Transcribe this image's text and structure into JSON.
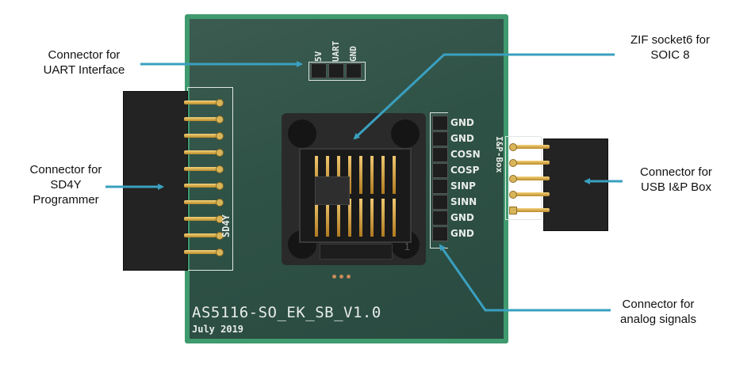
{
  "labels": {
    "uart": {
      "line1": "Connector for",
      "line2": "UART Interface"
    },
    "sd4y": {
      "line1": "Connector for",
      "line2": "SD4Y",
      "line3": "Programmer"
    },
    "zif": {
      "line1": "ZIF socket6 for",
      "line2": "SOIC 8"
    },
    "usb": {
      "line1": "Connector for",
      "line2": "USB I&P Box"
    },
    "analog": {
      "line1": "Connector for",
      "line2": "analog signals"
    }
  },
  "board": {
    "name": "AS5116-SO_EK_SB_V1.0",
    "date": "July 2019",
    "sd4y_silk": "SD4Y",
    "ip_box_silk": "I&P-Box",
    "uart_pins": [
      "5V",
      "UART",
      "GND"
    ],
    "analog_pins": [
      "GND",
      "GND",
      "COSN",
      "COSP",
      "SINP",
      "SINN",
      "GND",
      "GND"
    ],
    "socket_pin1": "1"
  },
  "colors": {
    "arrow": "#3aa0c0",
    "pcb": "#2f5246",
    "pcb_edge": "#3f9a6e",
    "gold": "#d9b55a"
  }
}
